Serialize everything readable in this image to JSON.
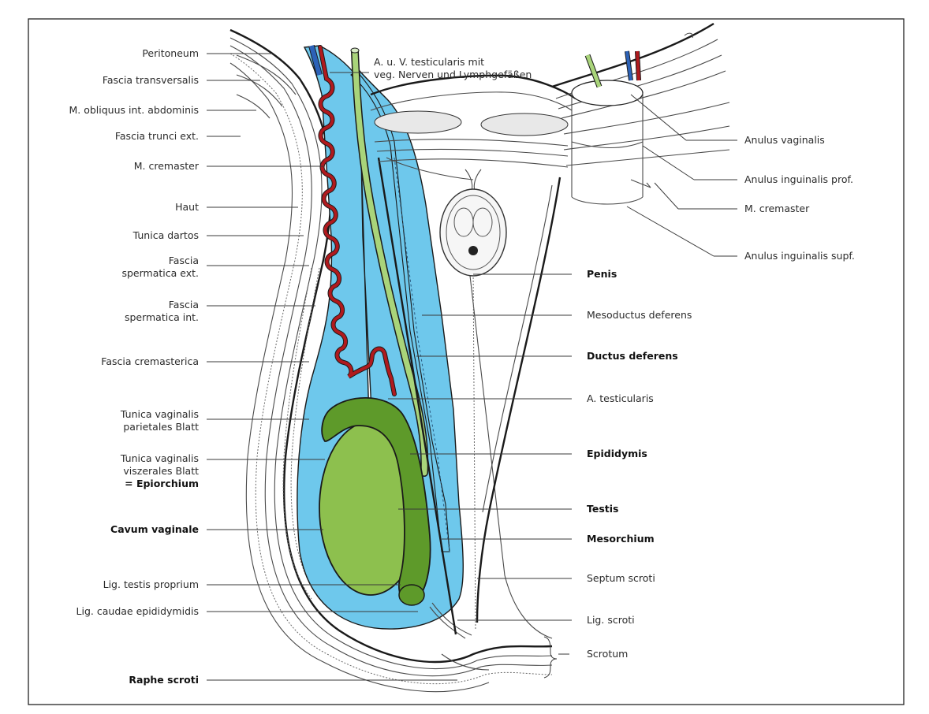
{
  "labels_left": [
    {
      "id": "peritoneum",
      "text": "Peritoneum",
      "bold": false
    },
    {
      "id": "fascia-transversalis",
      "text": "Fascia transversalis",
      "bold": false
    },
    {
      "id": "m-obliquus",
      "text": "M. obliquus int. abdominis",
      "bold": false
    },
    {
      "id": "fascia-trunci",
      "text": "Fascia trunci ext.",
      "bold": false
    },
    {
      "id": "m-cremaster-left",
      "text": "M. cremaster",
      "bold": false
    },
    {
      "id": "haut",
      "text": "Haut",
      "bold": false
    },
    {
      "id": "tunica-dartos",
      "text": "Tunica dartos",
      "bold": false
    },
    {
      "id": "fascia-sperm-ext",
      "lines": [
        "Fascia",
        "spermatica ext."
      ],
      "bold": false
    },
    {
      "id": "fascia-sperm-int",
      "lines": [
        "Fascia",
        "spermatica int."
      ],
      "bold": false
    },
    {
      "id": "fascia-cremasterica",
      "text": "Fascia cremasterica",
      "bold": false
    },
    {
      "id": "tunica-vag-parietales",
      "lines": [
        "Tunica vaginalis",
        "parietales Blatt"
      ],
      "bold": false
    },
    {
      "id": "tunica-vag-viszerales",
      "lines": [
        "Tunica vaginalis",
        "viszerales Blatt"
      ],
      "extra": "= Epiorchium",
      "bold": false
    },
    {
      "id": "cavum-vaginale",
      "text": "Cavum vaginale",
      "bold": true
    },
    {
      "id": "lig-testis",
      "text": "Lig. testis proprium",
      "bold": false
    },
    {
      "id": "lig-caudae",
      "text": "Lig. caudae epididymidis",
      "bold": false
    },
    {
      "id": "raphe-scroti",
      "text": "Raphe scroti",
      "bold": true
    }
  ],
  "top_label": [
    "A. u. V. testicularis mit",
    "veg. Nerven und Lymphgefäßen"
  ],
  "labels_right": [
    {
      "id": "anulus-vaginalis",
      "text": "Anulus vaginalis",
      "bold": false
    },
    {
      "id": "anulus-ing-prof",
      "text": "Anulus inguinalis prof.",
      "bold": false
    },
    {
      "id": "m-cremaster-right",
      "text": "M. cremaster",
      "bold": false
    },
    {
      "id": "anulus-ing-supf",
      "text": "Anulus inguinalis supf.",
      "bold": false
    },
    {
      "id": "penis",
      "text": "Penis",
      "bold": true
    },
    {
      "id": "mesoductus",
      "text": "Mesoductus deferens",
      "bold": false
    },
    {
      "id": "ductus-deferens",
      "text": "Ductus deferens",
      "bold": true
    },
    {
      "id": "a-testicularis",
      "text": "A. testicularis",
      "bold": false
    },
    {
      "id": "epididymis",
      "text": "Epididymis",
      "bold": true
    },
    {
      "id": "testis",
      "text": "Testis",
      "bold": true
    },
    {
      "id": "mesorchium",
      "text": "Mesorchium",
      "bold": true
    },
    {
      "id": "septum-scroti",
      "text": "Septum scroti",
      "bold": false
    },
    {
      "id": "lig-scroti",
      "text": "Lig. scroti",
      "bold": false
    },
    {
      "id": "scrotum",
      "text": "Scrotum",
      "bold": false
    }
  ],
  "colors": {
    "cavity_blue": "#6ec8ec",
    "testis_green": "#8dc04e",
    "epididymis_green": "#5e9a2a",
    "ductus_green": "#a9d47a",
    "artery_red": "#b01a1e",
    "vein_blue": "#2c62b8",
    "frame": "#222222"
  }
}
